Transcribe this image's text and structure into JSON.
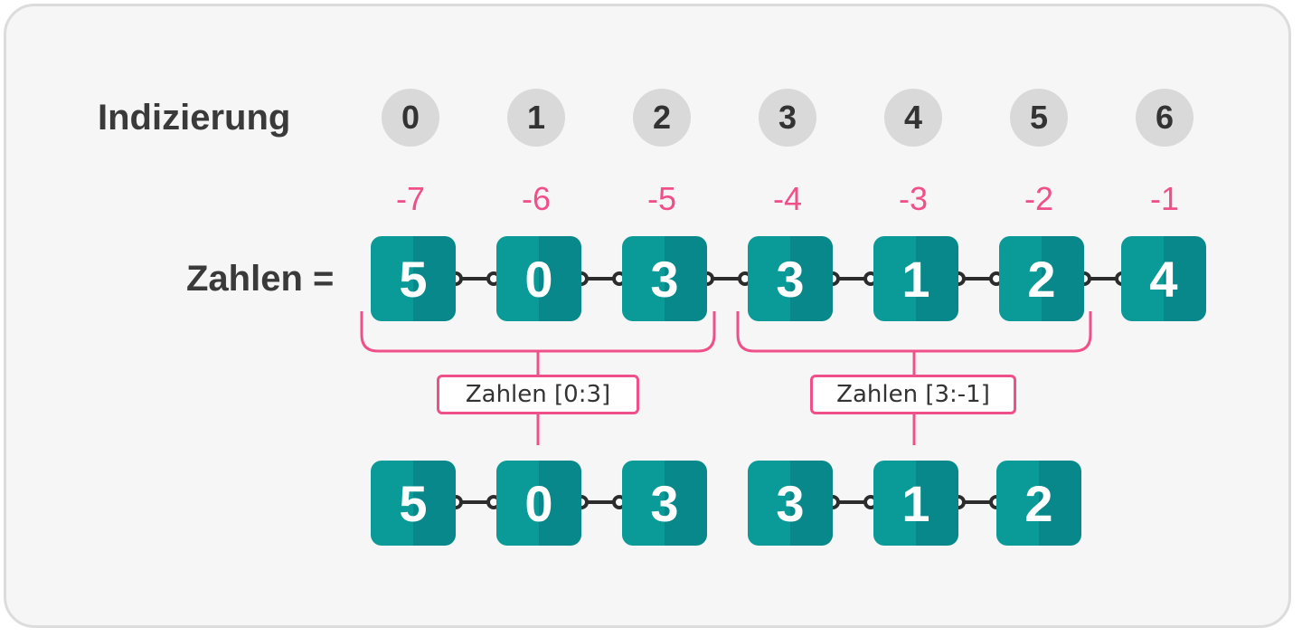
{
  "labels": {
    "indexing": "Indizierung",
    "array_name": "Zahlen ="
  },
  "indices": [
    "0",
    "1",
    "2",
    "3",
    "4",
    "5",
    "6"
  ],
  "negative_indices": [
    "-7",
    "-6",
    "-5",
    "-4",
    "-3",
    "-2",
    "-1"
  ],
  "values": [
    "5",
    "0",
    "3",
    "3",
    "1",
    "2",
    "4"
  ],
  "slices": [
    {
      "label": "Zahlen [0:3]",
      "result": [
        "5",
        "0",
        "3"
      ]
    },
    {
      "label": "Zahlen [3:-1]",
      "result": [
        "3",
        "1",
        "2"
      ]
    }
  ],
  "colors": {
    "box": "#0a9a98",
    "accent": "#f0508a",
    "index_circle": "#d9d9d9"
  }
}
